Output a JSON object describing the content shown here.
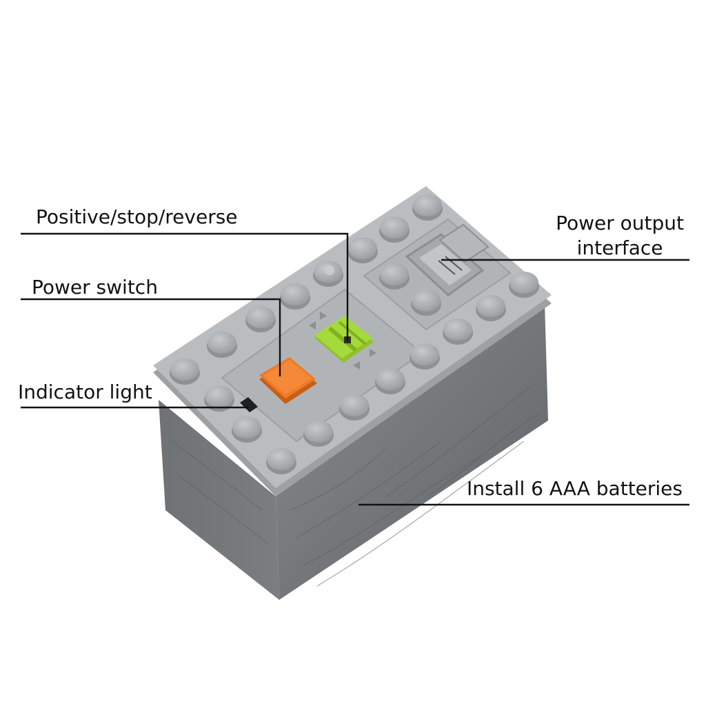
{
  "labels": {
    "positive_stop_reverse": "Positive/stop/reverse",
    "power_switch": "Power switch",
    "indicator_light": "Indicator light",
    "power_output_line1": "Power output",
    "power_output_line2": "interface",
    "install_batteries": "Install 6 AAA batteries"
  },
  "colors": {
    "background": "#ffffff",
    "body_top": "#b9bcbf",
    "body_side": "#74777a",
    "stud": "#a9acb0",
    "switch_orange": "#f07a25",
    "direction_switch_green": "#a4da3c",
    "leader_line": "#111111"
  },
  "icons": {
    "battery_box": "battery-box-illustration",
    "switch_direction_arrows": "double-arrow-icon"
  }
}
